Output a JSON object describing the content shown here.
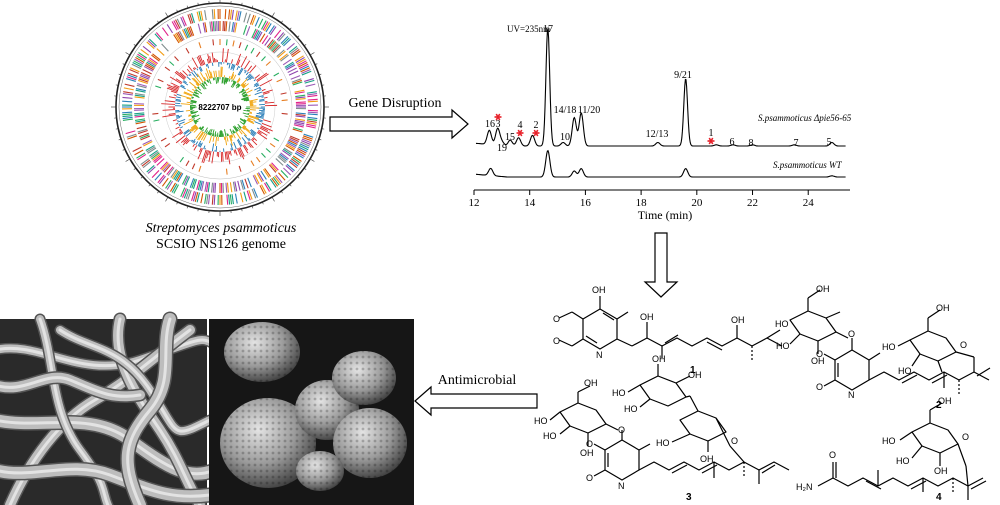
{
  "genome": {
    "center_label": "8222707 bp",
    "caption_line1": "Streptomyces psammoticus",
    "caption_line2": "SCSIO NS126 genome"
  },
  "arrows": {
    "gene_disruption": "Gene Disruption",
    "antimicrobial": "Antimicrobial"
  },
  "chromatogram": {
    "uv_label": "UV=235nm",
    "trace_top_label": "S.psammoticus Δpie56-65",
    "trace_bottom_label": "S.psammoticus WT",
    "xlabel": "Time (min)",
    "ticks": [
      "12",
      "14",
      "16",
      "18",
      "20",
      "22",
      "24"
    ],
    "peak_labels": [
      "17",
      "16",
      "3",
      "4",
      "2",
      "15",
      "19",
      "10",
      "14/18",
      "11/20",
      "12/13",
      "9/21",
      "1",
      "6",
      "8",
      "7",
      "5"
    ],
    "star_color": "#e8212a"
  },
  "chart_data": {
    "type": "line",
    "xlabel": "Time (min)",
    "xlim": [
      12,
      25.5
    ],
    "x_ticks": [
      12,
      14,
      16,
      18,
      20,
      22,
      24
    ],
    "series": [
      {
        "name": "S.psammoticus Δpie56-65",
        "peaks": [
          {
            "label": "16",
            "x": 12.55,
            "rel_height": 0.12
          },
          {
            "label": "3",
            "x": 12.85,
            "rel_height": 0.14
          },
          {
            "label": "19",
            "x": 13.0,
            "rel_height": 0.03
          },
          {
            "label": "15",
            "x": 13.3,
            "rel_height": 0.05
          },
          {
            "label": "4",
            "x": 13.6,
            "rel_height": 0.07
          },
          {
            "label": "2",
            "x": 14.1,
            "rel_height": 0.09
          },
          {
            "label": "17",
            "x": 14.65,
            "rel_height": 1.0
          },
          {
            "label": "10",
            "x": 15.2,
            "rel_height": 0.03
          },
          {
            "label": "14/18",
            "x": 15.6,
            "rel_height": 0.24
          },
          {
            "label": "11/20",
            "x": 15.85,
            "rel_height": 0.28
          },
          {
            "label": "12/13",
            "x": 18.6,
            "rel_height": 0.03
          },
          {
            "label": "9/21",
            "x": 19.6,
            "rel_height": 0.57
          },
          {
            "label": "1",
            "x": 20.7,
            "rel_height": 0.01
          },
          {
            "label": "6",
            "x": 21.3,
            "rel_height": 0.01
          },
          {
            "label": "8",
            "x": 22.0,
            "rel_height": 0.01
          },
          {
            "label": "7",
            "x": 23.5,
            "rel_height": 0.01
          },
          {
            "label": "5",
            "x": 24.85,
            "rel_height": 0.03
          }
        ]
      },
      {
        "name": "S.psammoticus WT",
        "peaks": [
          {
            "label": "",
            "x": 12.6,
            "rel_height": 0.06
          },
          {
            "label": "",
            "x": 14.65,
            "rel_height": 0.22
          },
          {
            "label": "",
            "x": 15.6,
            "rel_height": 0.05
          },
          {
            "label": "",
            "x": 15.85,
            "rel_height": 0.07
          },
          {
            "label": "",
            "x": 19.6,
            "rel_height": 0.07
          },
          {
            "label": "",
            "x": 24.85,
            "rel_height": 0.01
          }
        ]
      }
    ]
  },
  "compounds": {
    "c1": "1",
    "c2": "2",
    "c3": "3",
    "c4": "4",
    "oh": "OH",
    "ho": "HO",
    "o": "O",
    "n": "N",
    "h2n": "H₂N"
  }
}
